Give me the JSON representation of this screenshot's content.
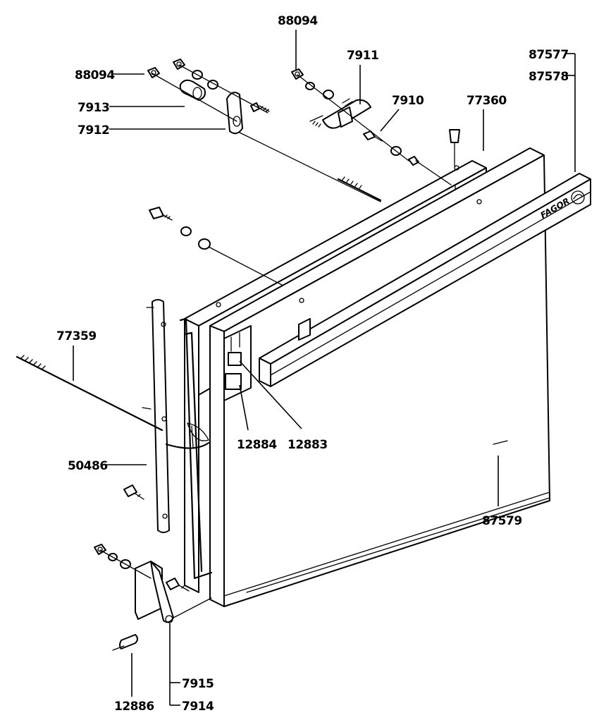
{
  "brand_logo_text": "FAGOR",
  "callouts": {
    "p88094_top": "88094",
    "p88094_left": "88094",
    "p7911": "7911",
    "p7910": "7910",
    "p7913": "7913",
    "p7912": "7912",
    "p77360": "77360",
    "p87577": "87577",
    "p87578": "87578",
    "p77359": "77359",
    "p12884": "12884",
    "p12883": "12883",
    "p50486": "50486",
    "p87579": "87579",
    "p7915": "7915",
    "p7914": "7914",
    "p12886": "12886"
  }
}
